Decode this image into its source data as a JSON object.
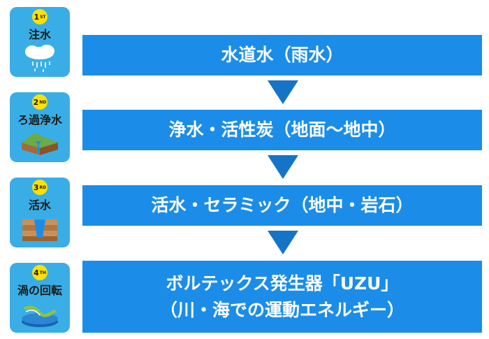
{
  "steps": [
    {
      "badge_num": "1",
      "badge_suffix": "ST",
      "label": "注水",
      "illustration": "rain-cloud-icon",
      "process": [
        "水道水（雨水）"
      ]
    },
    {
      "badge_num": "2",
      "badge_suffix": "ND",
      "label": "ろ過浄水",
      "illustration": "ground-filter-icon",
      "process": [
        "浄水・活性炭（地面〜地中）"
      ]
    },
    {
      "badge_num": "3",
      "badge_suffix": "RD",
      "label": "活水",
      "illustration": "rock-layers-icon",
      "process": [
        "活水・セラミック（地中・岩石）"
      ]
    },
    {
      "badge_num": "4",
      "badge_suffix": "TH",
      "label": "渦の回転",
      "illustration": "vortex-river-icon",
      "process": [
        "ボルテックス発生器「UZU」",
        "（川・海での運動エネルギー）"
      ]
    }
  ],
  "colors": {
    "tile": "#39aee6",
    "box": "#1b8de8",
    "arrow": "#1574c8",
    "badge": "#ffe100"
  }
}
